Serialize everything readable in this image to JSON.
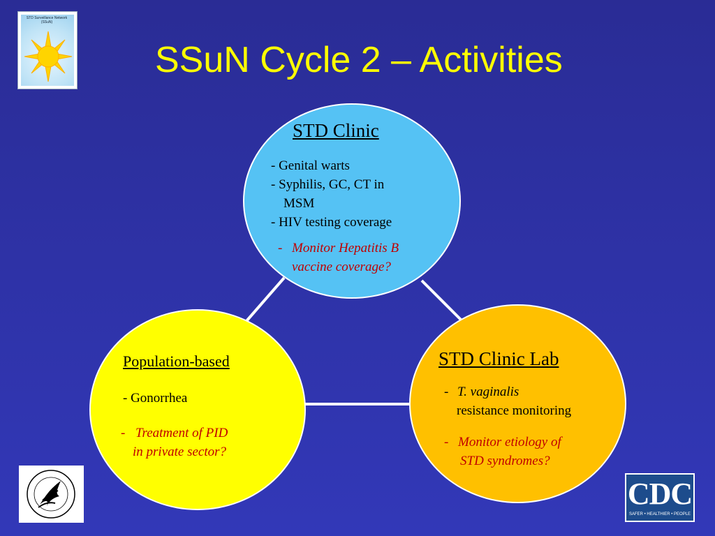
{
  "slide": {
    "title": "SSuN Cycle 2 – Activities",
    "ssun_logo_text": "STD Surveillance Network (SSuN)"
  },
  "clinic": {
    "heading": "STD Clinic",
    "items": [
      "-  Genital warts",
      "-  Syphilis, GC, CT in",
      "MSM",
      "-  HIV testing coverage"
    ],
    "question_dash": "-",
    "question_line1": "Monitor Hepatitis B",
    "question_line2": "vaccine coverage?"
  },
  "population": {
    "heading": "Population-based",
    "item": "-  Gonorrhea",
    "question_dash": "-",
    "question_line1": "Treatment of PID",
    "question_line2": "in private sector?"
  },
  "lab": {
    "heading": "STD Clinic Lab",
    "item_dash": "-",
    "item_italic": "T. vaginalis",
    "item_line2": "resistance monitoring",
    "question_dash": "-",
    "question_line1": "Monitor etiology of",
    "question_line2": "STD syndromes?"
  },
  "cdc_logo": {
    "text": "CDC",
    "tagline": "SAFER • HEALTHIER • PEOPLE"
  },
  "colors": {
    "background": "#2f35b0",
    "title": "#ffff00",
    "clinic_fill": "#55c2f4",
    "population_fill": "#ffff00",
    "lab_fill": "#ffc000",
    "question_text": "#c00000"
  }
}
